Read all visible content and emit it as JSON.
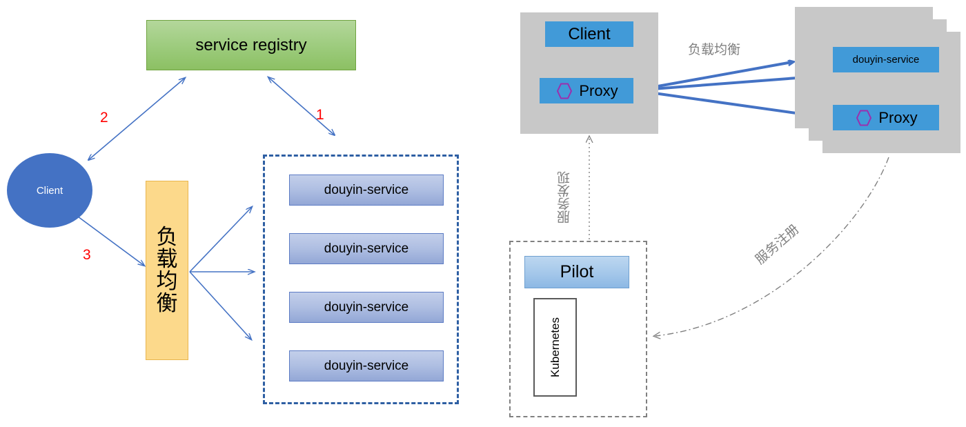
{
  "diagram": {
    "title": "Service registry / load balancing vs. Istio sidecar service mesh architecture",
    "colors": {
      "registry_green": "#9CCB7C",
      "client_blue": "#4472C4",
      "loadbalancer_orange": "#FCD98B",
      "service_blue": "#AEBEE2",
      "sidecar_blue": "#419AD8",
      "pod_gray": "#C8C8C8",
      "pilot_blue": "#A4C7EA",
      "arrow_blue": "#4472C4",
      "thick_arrow_blue": "#4472C4",
      "number_red": "#FF0000",
      "label_gray": "#808080",
      "hexagon_purple": "#9B2FAE",
      "dashed_border_blue": "#2E5FA3",
      "dashed_border_gray": "#808080"
    },
    "left_panel": {
      "registry": {
        "label": "service registry"
      },
      "client": {
        "label": "Client"
      },
      "load_balancer": {
        "label": "负载均衡",
        "chars": [
          "负",
          "载",
          "均",
          "衡"
        ]
      },
      "services_group": {
        "items": [
          {
            "label": "douyin-service"
          },
          {
            "label": "douyin-service"
          },
          {
            "label": "douyin-service"
          },
          {
            "label": "douyin-service"
          }
        ]
      },
      "step_numbers": [
        {
          "label": "1",
          "meaning": "service registers with registry"
        },
        {
          "label": "2",
          "meaning": "client pulls service list from registry"
        },
        {
          "label": "3",
          "meaning": "client calls through load balancer"
        }
      ]
    },
    "right_panel": {
      "client_pod": {
        "app": {
          "label": "Client"
        },
        "sidecar": {
          "label": "Proxy",
          "icon": "hexagon-icon"
        }
      },
      "service_pod": {
        "app": {
          "label": "douyin-service"
        },
        "sidecar": {
          "label": "Proxy",
          "icon": "hexagon-icon"
        },
        "replica_count": 3
      },
      "control_plane": {
        "pilot": {
          "label": "Pilot"
        },
        "platform": {
          "label": "Kubernetes"
        }
      },
      "labels": {
        "load_balancing": "负载均衡",
        "service_discovery": "服务发现",
        "service_registration": "服务注册"
      }
    }
  }
}
